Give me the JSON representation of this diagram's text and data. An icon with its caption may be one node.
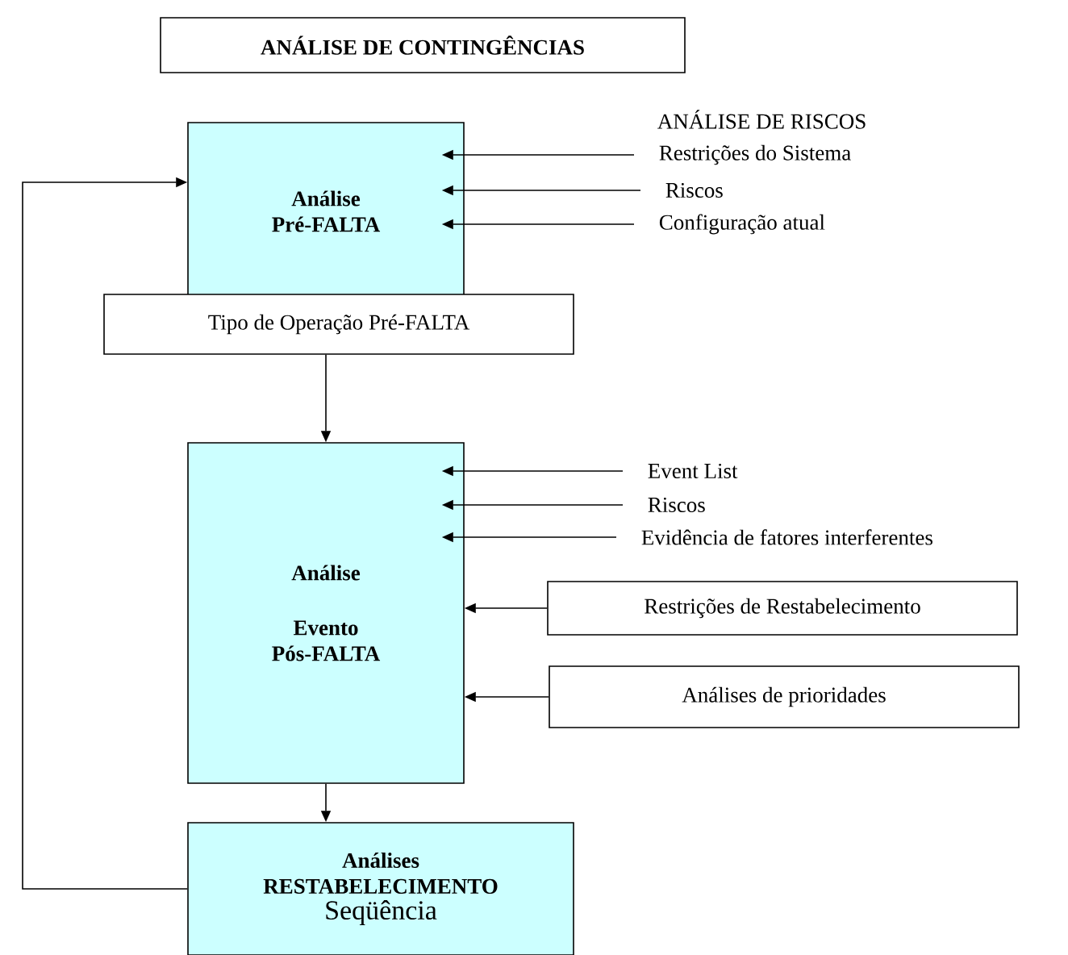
{
  "diagram": {
    "title": "ANÁLISE DE CONTINGÊNCIAS",
    "nodes": [
      {
        "text": [
          "Análise Pré-FALTA"
        ]
      },
      {
        "text": [
          "Tipo de Operação Pré-FALTA"
        ]
      },
      {
        "text": [
          "Restrições do Sistema"
        ]
      },
      {
        "text": [
          "Riscos"
        ]
      },
      {
        "text": [
          "Configuração atual"
        ]
      },
      {
        "text": [
          "Análise",
          "Evento Pós-FALTA"
        ]
      },
      {
        "text": [
          "Event List"
        ]
      },
      {
        "text": [
          "Riscos"
        ]
      },
      {
        "text": [
          "Evidência de fatores interferentes"
        ]
      },
      {
        "text": [
          "Restrições de Restabelecimento"
        ]
      },
      {
        "text": [
          "Análises de prioridades"
        ]
      },
      {
        "text": [
          "Análises RESTABELECIMENTO",
          "Seqüência"
        ]
      }
    ],
    "edges": [
      {
        "from": 2,
        "to": 0,
        "arrow": "to"
      },
      {
        "from": 3,
        "to": 0,
        "arrow": "to"
      },
      {
        "from": 4,
        "to": 0,
        "arrow": "to"
      },
      {
        "from": 1,
        "to": 5,
        "arrow": "to"
      },
      {
        "from": 6,
        "to": 5,
        "arrow": "to"
      },
      {
        "from": 7,
        "to": 5,
        "arrow": "to"
      },
      {
        "from": 8,
        "to": 5,
        "arrow": "to"
      },
      {
        "from": 9,
        "to": 5,
        "arrow": "to"
      },
      {
        "from": 10,
        "to": 5,
        "arrow": "to"
      },
      {
        "from": 5,
        "to": 11,
        "arrow": "to"
      },
      {
        "from": 11,
        "to": 0,
        "arrow": "to"
      }
    ],
    "labels": [
      "ANÁLISE DE RISCOS"
    ]
  }
}
